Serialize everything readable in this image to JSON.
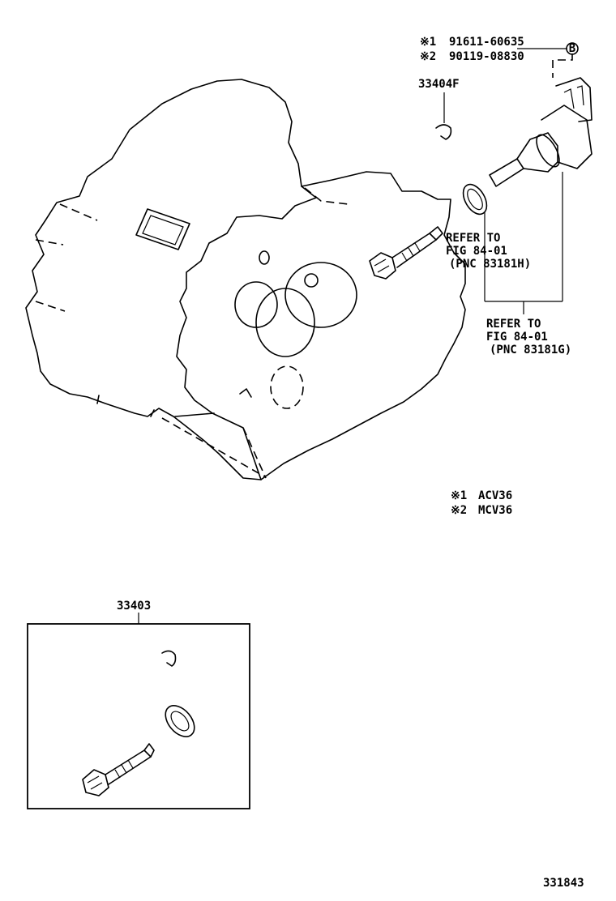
{
  "diagram": {
    "part_notes": [
      {
        "mark": "※1",
        "part_no": "91611-60635"
      },
      {
        "mark": "※2",
        "part_no": "90119-08830"
      }
    ],
    "symbol_b": "B",
    "labels": {
      "clip": "33404F",
      "kit": "33403",
      "figure_no": "331843"
    },
    "refer_h": [
      "REFER TO",
      "FIG 84-01",
      "(PNC 83181H)"
    ],
    "refer_g": [
      "REFER TO",
      "FIG 84-01",
      "(PNC 83181G)"
    ],
    "models": [
      {
        "mark": "※1",
        "model": "ACV36"
      },
      {
        "mark": "※2",
        "model": "MCV36"
      }
    ]
  }
}
